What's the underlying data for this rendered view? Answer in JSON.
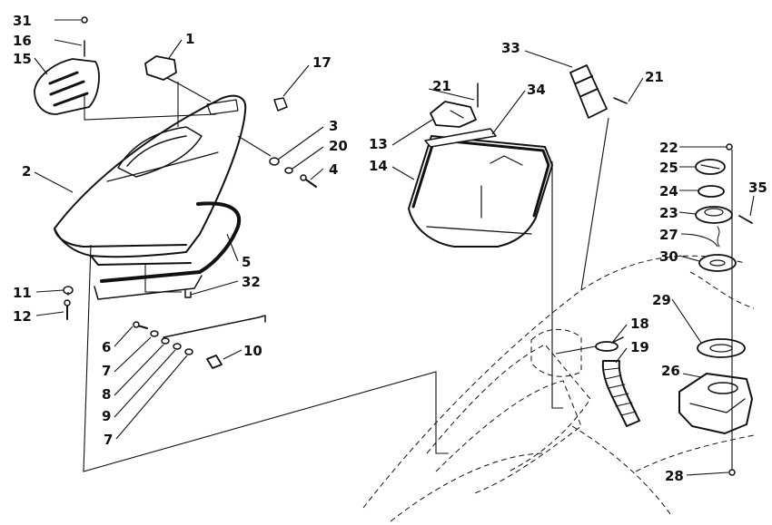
{
  "callouts": {
    "c1": "1",
    "c2": "2",
    "c3": "3",
    "c4": "4",
    "c5": "5",
    "c6": "6",
    "c7a": "7",
    "c7b": "7",
    "c8": "8",
    "c9": "9",
    "c10": "10",
    "c11": "11",
    "c12": "12",
    "c13": "13",
    "c14": "14",
    "c15": "15",
    "c16": "16",
    "c17": "17",
    "c18": "18",
    "c19": "19",
    "c20": "20",
    "c21a": "21",
    "c21b": "21",
    "c22": "22",
    "c23": "23",
    "c24": "24",
    "c25": "25",
    "c26": "26",
    "c27": "27",
    "c28": "28",
    "c29": "29",
    "c30": "30",
    "c31": "31",
    "c32": "32",
    "c33": "33",
    "c34": "34",
    "c35": "35"
  }
}
